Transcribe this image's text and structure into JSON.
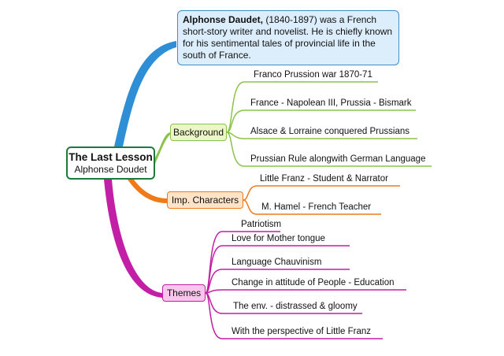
{
  "info": {
    "name": "Alphonse Daudet,",
    "text": " (1840-1897) was a French short-story writer and novelist. He is chiefly known for his sentimental tales of provincial life in the south of France."
  },
  "center": {
    "title": "The Last Lesson",
    "subtitle": "Alphonse Doudet"
  },
  "branches": {
    "background": {
      "label": "Background",
      "items": [
        "Franco Prussion war 1870-71",
        "France - Napolean III, Prussia - Bismark",
        "Alsace & Lorraine conquered Prussians",
        "Prussian Rule alongwith German Language"
      ]
    },
    "characters": {
      "label": "Imp. Characters",
      "items": [
        "Little Franz - Student & Narrator",
        "M. Hamel - French Teacher"
      ]
    },
    "themes": {
      "label": "Themes",
      "items": [
        "Patriotism",
        "Love for Mother tongue",
        "Language Chauvinism",
        "Change in attitude of People - Education",
        "The env. - distrassed & gloomy",
        "With the perspective of Little Franz"
      ]
    }
  },
  "colors": {
    "info": "#2f8fd6",
    "background": "#8bc34a",
    "characters": "#f07a1a",
    "themes": "#c21ea6",
    "center": "#1e7a3a"
  }
}
